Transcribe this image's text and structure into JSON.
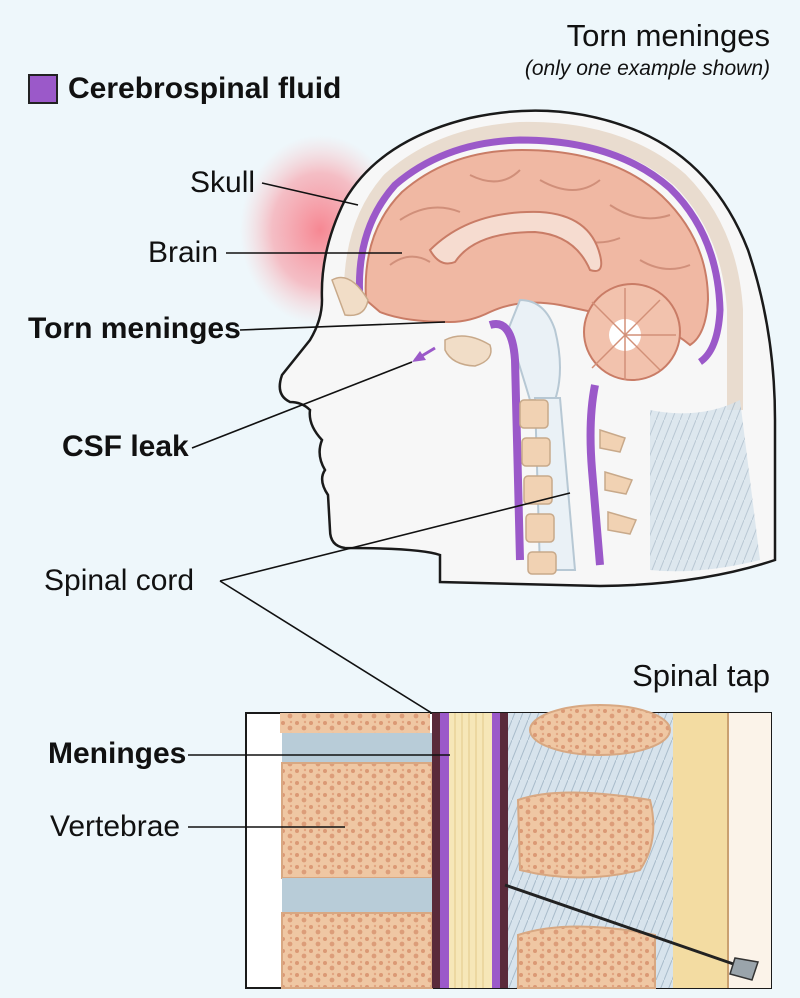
{
  "legend": {
    "label": "Cerebrospinal fluid",
    "color": "#9b59c9"
  },
  "heading": {
    "title": "Torn meninges",
    "subtitle": "(only one example shown)"
  },
  "labels": {
    "skull": "Skull",
    "brain": "Brain",
    "torn_meninges": "Torn meninges",
    "csf_leak": "CSF leak",
    "spinal_cord": "Spinal cord",
    "spinal_tap": "Spinal tap",
    "meninges": "Meninges",
    "vertebrae": "Vertebrae"
  },
  "colors": {
    "background": "#eef7fb",
    "csf": "#9b59c9",
    "brain": "#f0b8a3",
    "skin": "#f7f7f7",
    "bone": "#f3d7bd",
    "bone_spots": "#c9734f",
    "disc": "#b8ccd8",
    "cord": "#f6e7b8",
    "dura": "#5a2a3a",
    "highlight": "#f77b87"
  }
}
